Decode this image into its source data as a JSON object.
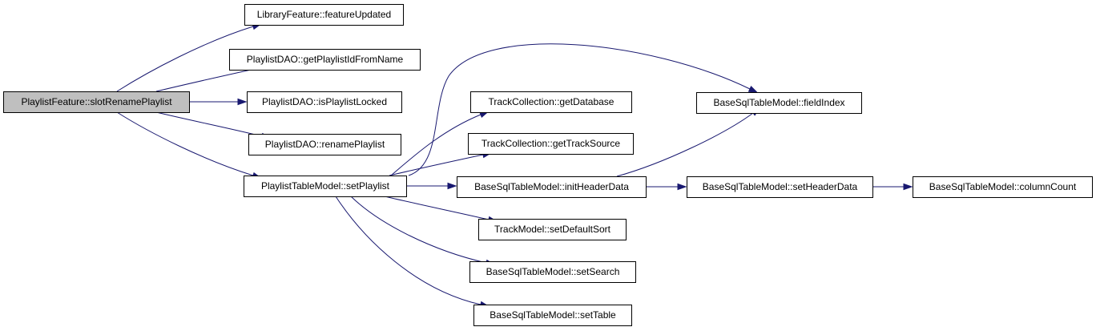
{
  "colors": {
    "edge": "#191970",
    "node_fill": "#ffffff",
    "root_fill": "#bfbfbf",
    "border": "#000000"
  },
  "nodes": {
    "root": "PlaylistFeature::slotRenamePlaylist",
    "libraryFeatureUpdated": "LibraryFeature::featureUpdated",
    "getPlaylistIdFromName": "PlaylistDAO::getPlaylistIdFromName",
    "isPlaylistLocked": "PlaylistDAO::isPlaylistLocked",
    "renamePlaylist": "PlaylistDAO::renamePlaylist",
    "setPlaylist": "PlaylistTableModel::setPlaylist",
    "getDatabase": "TrackCollection::getDatabase",
    "getTrackSource": "TrackCollection::getTrackSource",
    "initHeaderData": "BaseSqlTableModel::initHeaderData",
    "setDefaultSort": "TrackModel::setDefaultSort",
    "setSearch": "BaseSqlTableModel::setSearch",
    "setTable": "BaseSqlTableModel::setTable",
    "fieldIndex": "BaseSqlTableModel::fieldIndex",
    "setHeaderData": "BaseSqlTableModel::setHeaderData",
    "columnCount": "BaseSqlTableModel::columnCount"
  },
  "edges": [
    [
      "root",
      "libraryFeatureUpdated"
    ],
    [
      "root",
      "getPlaylistIdFromName"
    ],
    [
      "root",
      "isPlaylistLocked"
    ],
    [
      "root",
      "renamePlaylist"
    ],
    [
      "root",
      "setPlaylist"
    ],
    [
      "setPlaylist",
      "getDatabase"
    ],
    [
      "setPlaylist",
      "getTrackSource"
    ],
    [
      "setPlaylist",
      "initHeaderData"
    ],
    [
      "setPlaylist",
      "setDefaultSort"
    ],
    [
      "setPlaylist",
      "setSearch"
    ],
    [
      "setPlaylist",
      "setTable"
    ],
    [
      "setPlaylist",
      "fieldIndex"
    ],
    [
      "initHeaderData",
      "fieldIndex"
    ],
    [
      "initHeaderData",
      "setHeaderData"
    ],
    [
      "setHeaderData",
      "columnCount"
    ]
  ]
}
